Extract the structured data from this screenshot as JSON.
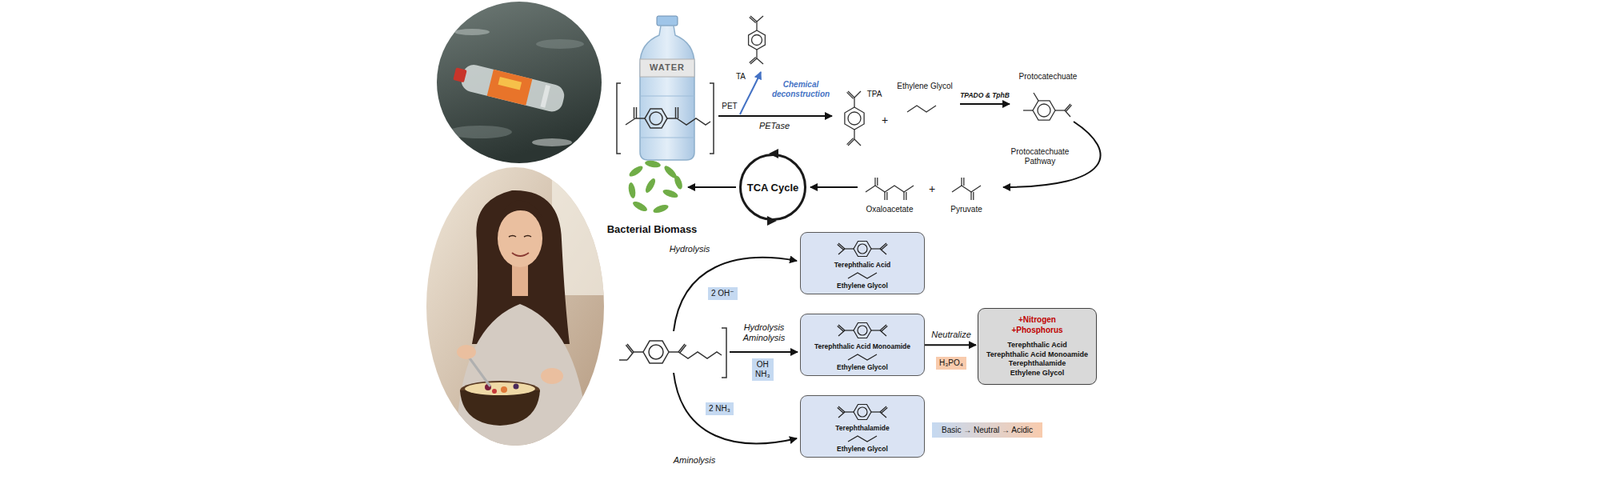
{
  "diagram": {
    "nodes": [
      {
        "text": [
          "TCA Cycle"
        ]
      },
      {
        "text": [
          "2 OH⁻"
        ]
      },
      {
        "text": [
          "Terephthalic Acid",
          "Ethylene Glycol"
        ]
      },
      {
        "text": [
          "OH NH₃"
        ]
      },
      {
        "text": [
          "Terephthalic Acid Monoamide",
          "Ethylene Glycol"
        ]
      },
      {
        "text": [
          "H₃PO₄"
        ]
      },
      {
        "text": [
          "+Nitrogen",
          "+Phosphorus",
          "Terephthalic Acid",
          "Terephthalic Acid Monoamide",
          "Terephthalamide",
          "Ethylene Glycol"
        ]
      },
      {
        "text": [
          "2 NH₃"
        ]
      },
      {
        "text": [
          "Terephthalamide",
          "Ethylene Glycol"
        ]
      },
      {
        "text": [
          "Basic → Neutral → Acidic"
        ]
      }
    ],
    "edges": [
      {
        "from": 4,
        "to": 6,
        "label": "Neutralize",
        "arrow": "to"
      }
    ],
    "labels": [
      "WATER",
      "TA",
      "PET",
      "Chemical deconstruction",
      "PETase",
      "TPA",
      "+",
      "Ethylene Glycol",
      "TPADO & TphB",
      "Protocatechuate",
      "Protocatechuate Pathway",
      "Bacterial Biomass",
      "Oxaloacetate",
      "+",
      "Pyruvate",
      "Hydrolysis",
      "Hydrolysis Aminolysis",
      "Aminolysis"
    ]
  }
}
